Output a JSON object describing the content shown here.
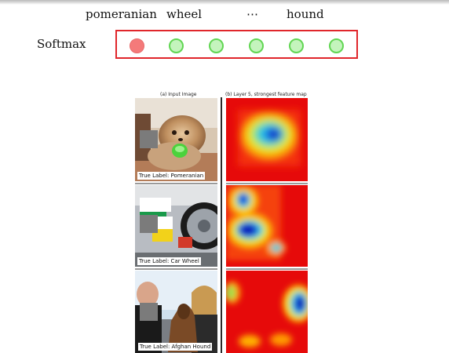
{
  "classes": {
    "pomeranian": "pomeranian",
    "wheel": "wheel",
    "ellipsis": "⋯",
    "hound": "hound"
  },
  "softmax": {
    "label": "Softmax",
    "nodes": [
      "active",
      "inactive",
      "inactive",
      "inactive",
      "inactive",
      "inactive"
    ]
  },
  "colors": {
    "box_border": "#e0262b",
    "active_node": "#f47a7a",
    "inactive_node_fill": "#c4f4bd",
    "inactive_node_border": "#61d653"
  },
  "figure": {
    "caption_a": "(a) Input Image",
    "caption_b": "(b) Layer 5, strongest feature map",
    "rows": [
      {
        "true_label": "True Label: Pomeranian"
      },
      {
        "true_label": "True Label: Car Wheel"
      },
      {
        "true_label": "True Label: Afghan Hound"
      }
    ]
  }
}
